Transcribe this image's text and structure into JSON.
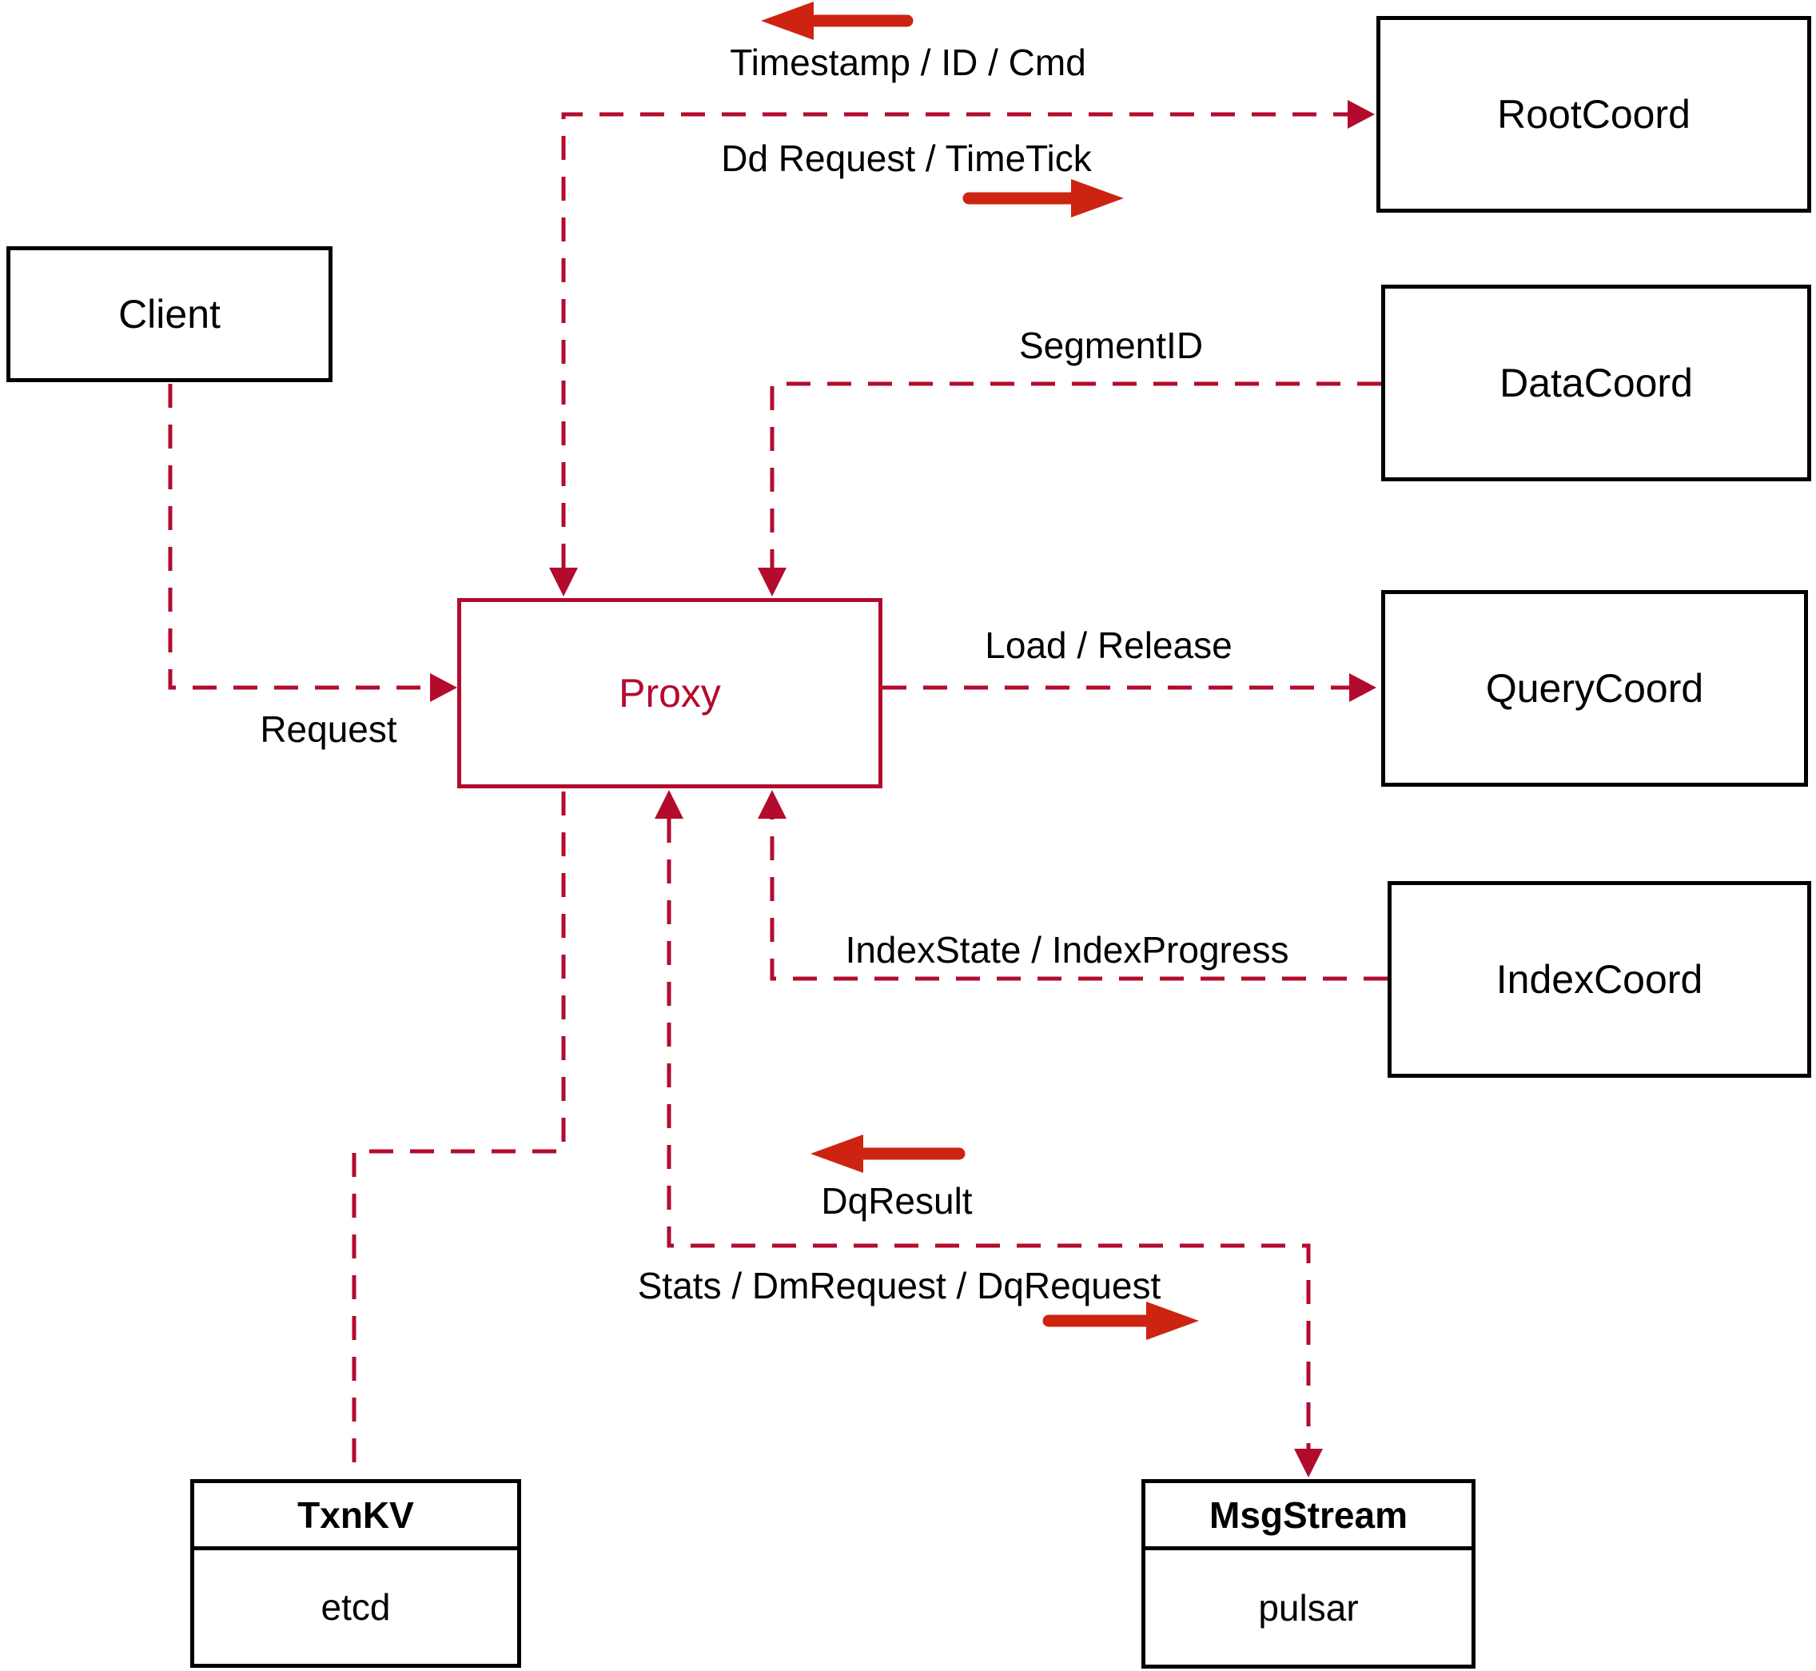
{
  "colors": {
    "connector": "#b30b2e",
    "arrow": "#cc2411",
    "box_border": "#000000",
    "proxy_accent": "#b30b2e",
    "text": "#000000",
    "background": "#ffffff"
  },
  "nodes": {
    "client": {
      "label": "Client"
    },
    "proxy": {
      "label": "Proxy"
    },
    "root_coord": {
      "label": "RootCoord"
    },
    "data_coord": {
      "label": "DataCoord"
    },
    "query_coord": {
      "label": "QueryCoord"
    },
    "index_coord": {
      "label": "IndexCoord"
    },
    "txn_kv": {
      "title": "TxnKV",
      "impl": "etcd"
    },
    "msg_stream": {
      "title": "MsgStream",
      "impl": "pulsar"
    }
  },
  "edges": {
    "proxy_rootcoord": {
      "label_up": "Timestamp / ID / Cmd",
      "label_down": "Dd Request / TimeTick"
    },
    "datacoord_proxy": {
      "label": "SegmentID"
    },
    "proxy_querycoord": {
      "label": "Load / Release"
    },
    "indexcoord_proxy": {
      "label": "IndexState / IndexProgress"
    },
    "client_proxy": {
      "label": "Request"
    },
    "proxy_msgstream": {
      "label_up": "DqResult",
      "label_down": "Stats / DmRequest / DqRequest"
    }
  }
}
